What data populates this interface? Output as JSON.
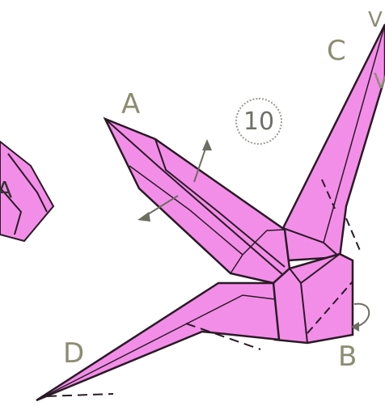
{
  "step_number": "10",
  "point_labels": {
    "a": "A",
    "b": "B",
    "c": "C",
    "d": "D"
  },
  "partial_label": "A",
  "edge_marks": [
    "V",
    "V"
  ],
  "colors": {
    "paper": "#f38ee8",
    "paper_shade": "#e56fd6",
    "outline": "#2a1a26",
    "label": "#8c8c72",
    "background": "#ffffff"
  }
}
